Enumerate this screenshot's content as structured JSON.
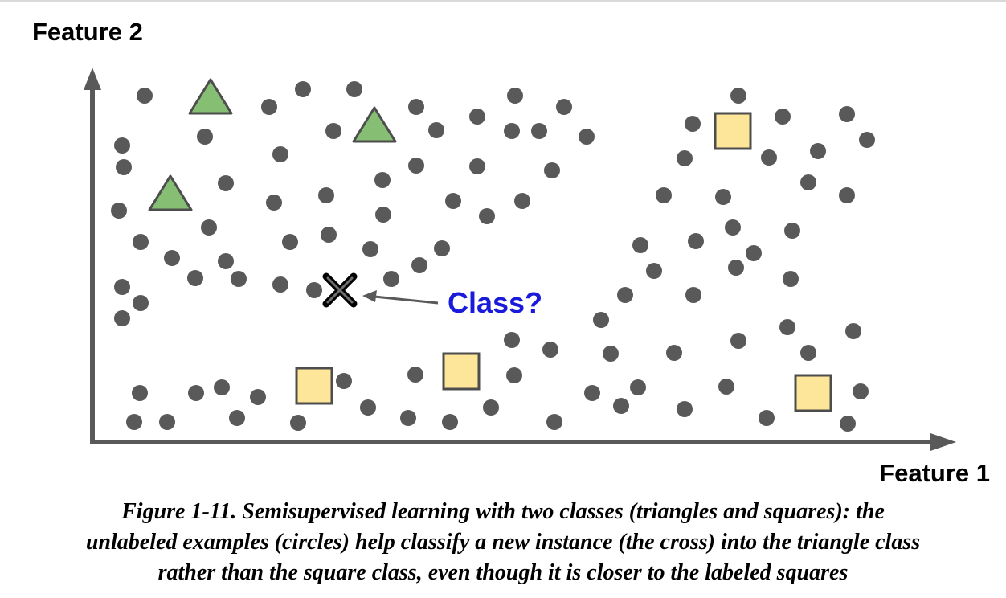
{
  "diagram": {
    "y_axis_label": "Feature 2",
    "x_axis_label": "Feature 1",
    "query_label": "Class?",
    "colors": {
      "axis": "#595959",
      "circle": "#595959",
      "triangle_fill": "#86bf74",
      "triangle_stroke": "#4d4d4d",
      "square_fill": "#fde59a",
      "square_stroke": "#4d4d4d",
      "query_text": "#1a1adb",
      "cross": "#000000"
    },
    "legend_meaning": {
      "triangles": "labeled class A",
      "squares": "labeled class B",
      "circles": "unlabeled examples",
      "cross": "new instance"
    }
  },
  "caption_lines": [
    "Figure 1-11. Semisupervised learning with two classes (triangles and squares): the",
    "unlabeled examples (circles) help classify a new instance (the cross) into the triangle class",
    "rather than the square class, even though it is closer to the labeled squares"
  ]
}
